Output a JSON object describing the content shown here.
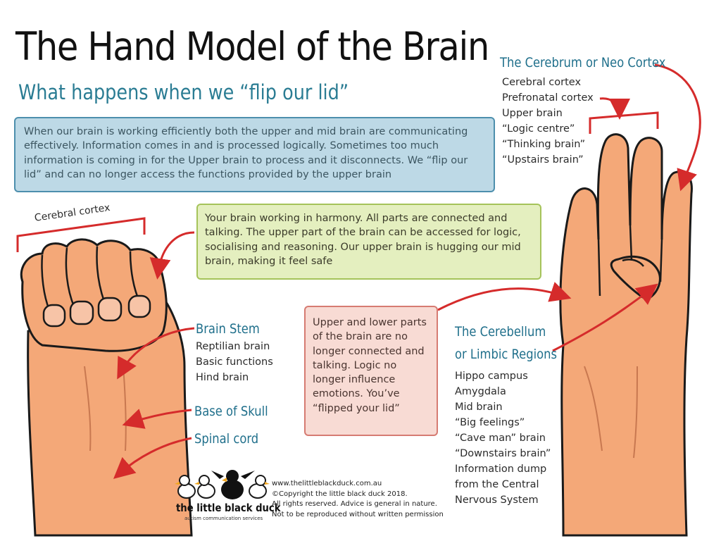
{
  "title": "The Hand Model of the Brain",
  "subtitle": "What happens when we “flip our lid”",
  "intro": "When our brain is working efficiently both the upper and mid brain are communicating effectively. Information comes in and is processed logically. Sometimes too much information is coming in for the Upper brain to process and it disconnects. We “flip our lid” and can no longer access the functions provided by the upper brain",
  "harmony": "Your brain working in harmony. All parts are connected and talking. The upper part of the brain can be accessed for logic, socialising and reasoning. Our upper brain is hugging our mid brain, making it feel safe",
  "flipped": "Upper and lower parts of the brain are no longer connected and talking. Logic no longer influence emotions. You’ve “flipped your lid”",
  "left_hand": {
    "cortex_label": "Cerebral cortex",
    "brain_stem": {
      "heading": "Brain Stem",
      "items": [
        "Reptilian brain",
        "Basic functions",
        "Hind brain"
      ]
    },
    "base_of_skull": "Base of Skull",
    "spinal_cord": "Spinal cord"
  },
  "right_hand": {
    "cerebrum": {
      "heading": "The Cerebrum or Neo Cortex",
      "items": [
        "Cerebral cortex",
        "Prefronatal cortex",
        "Upper brain",
        "“Logic centre”",
        "“Thinking brain”",
        "“Upstairs brain”"
      ]
    },
    "cerebellum": {
      "heading_line1": "The Cerebellum",
      "heading_line2": "or Limbic Regions",
      "items": [
        "Hippo campus",
        "Amygdala",
        "Mid brain",
        "“Big feelings”",
        "“Cave man” brain",
        "“Downstairs brain”",
        "Information dump",
        "from the Central",
        "Nervous System"
      ]
    }
  },
  "footer": {
    "lines": [
      "www.thelittleblackduck.com.au",
      "©Copyright the little black duck 2018.",
      "All rights reserved. Advice is general in nature.",
      "Not to be reproduced without written permission"
    ]
  },
  "brand": {
    "name": "the little black duck",
    "tagline": "autism communication services"
  },
  "colors": {
    "arrow": "#d52b2b",
    "skin": "#f4a878",
    "skin_shadow": "#e08a5a",
    "outline": "#1a1a1a",
    "heading_blue": "#1f6f8b"
  }
}
